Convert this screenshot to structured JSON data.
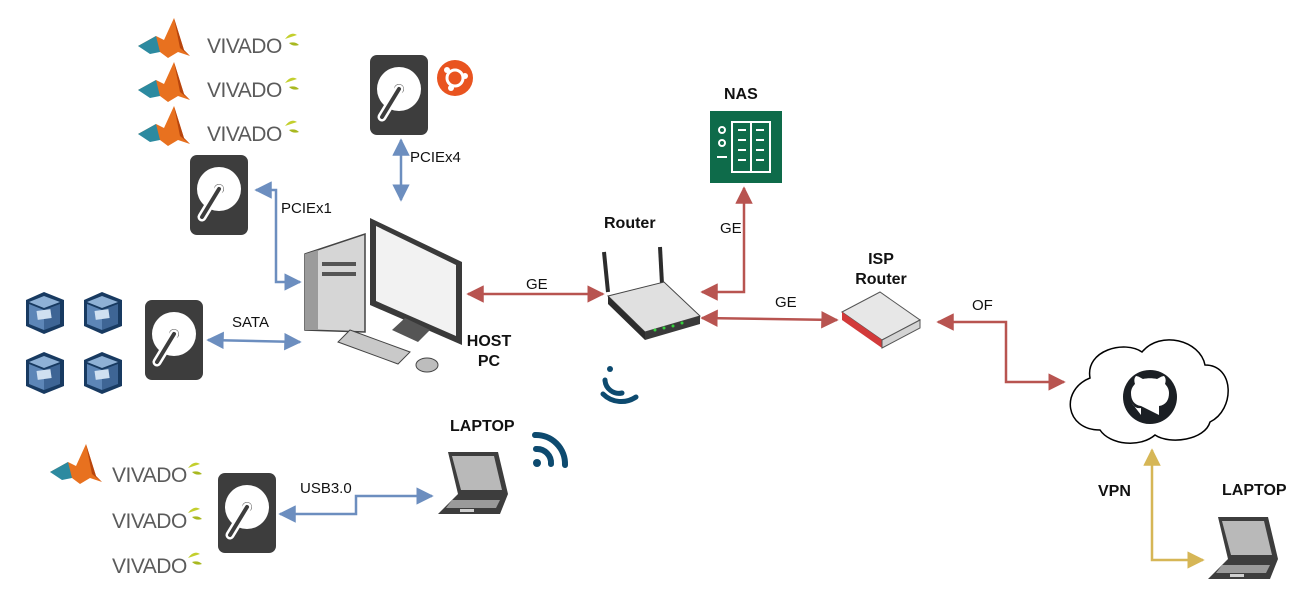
{
  "software": {
    "tool_label": "VIVADO",
    "icon": "matlab-icon"
  },
  "nodes": {
    "host_pc": "HOST\nPC",
    "router": "Router",
    "isp_router": "ISP\nRouter",
    "nas": "NAS",
    "laptop_local": "LAPTOP",
    "laptop_remote": "LAPTOP"
  },
  "links": {
    "pciex1": "PCIEx1",
    "pciex4": "PCIEx4",
    "sata": "SATA",
    "usb": "USB3.0",
    "ge_host_router": "GE",
    "ge_router_nas": "GE",
    "ge_router_isp": "GE",
    "of": "OF",
    "vpn": "VPN"
  },
  "colors": {
    "blue_link": "#6c8ebf",
    "red_link": "#b85450",
    "gold_link": "#d6b656",
    "nas_green": "#0e6b4a",
    "wifi_navy": "#0d4a6f",
    "ubuntu_orange": "#e95420"
  }
}
